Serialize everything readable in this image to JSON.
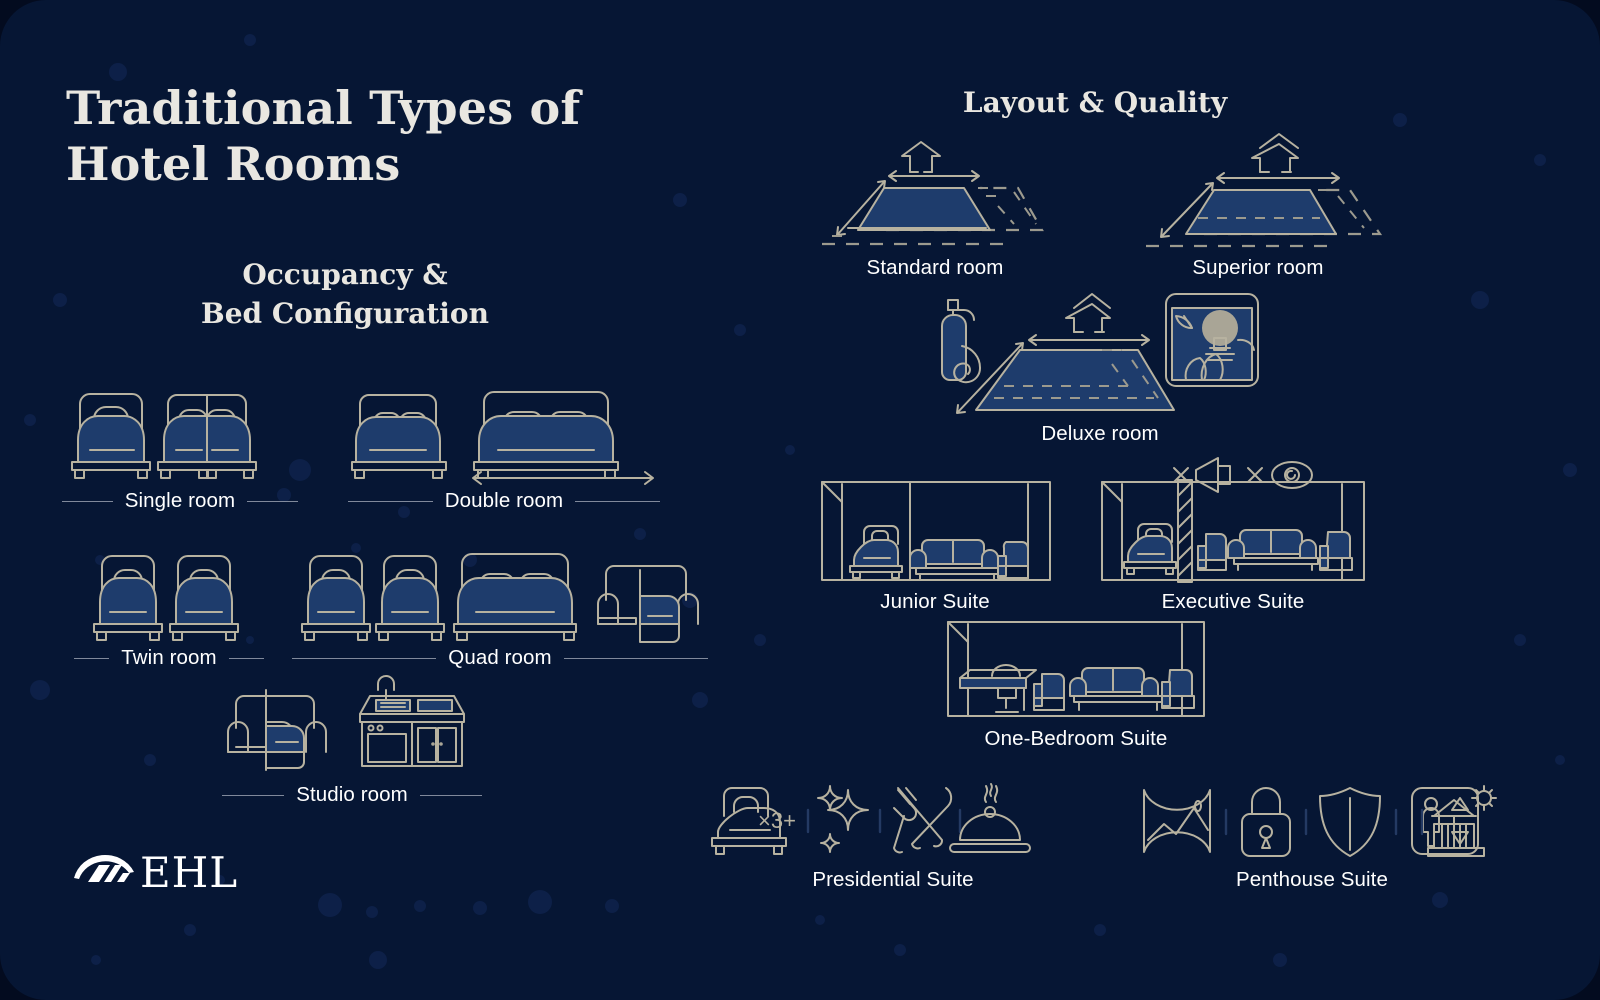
{
  "title": "Traditional Types of Hotel Rooms",
  "brand": {
    "name": "EHL",
    "accent_stroke": "#b7b2a0",
    "fill": "#1e3c6c",
    "background": "#061634"
  },
  "sections": {
    "occupancy": {
      "heading": "Occupancy & Bed Configuration",
      "items": [
        {
          "label": "Single room",
          "beds": "one single bed, one double bed"
        },
        {
          "label": "Double room",
          "beds": "one double bed, one queen bed"
        },
        {
          "label": "Twin room",
          "beds": "two single beds"
        },
        {
          "label": "Quad room",
          "beds": "two single beds, one double bed, one sofa bed"
        },
        {
          "label": "Studio room",
          "beds": "sofa bed with kitchenette"
        }
      ]
    },
    "layout_quality": {
      "heading": "Layout & Quality",
      "items": [
        {
          "label": "Standard room"
        },
        {
          "label": "Superior room"
        },
        {
          "label": "Deluxe room"
        },
        {
          "label": "Junior Suite"
        },
        {
          "label": "Executive Suite"
        },
        {
          "label": "One-Bedroom Suite"
        },
        {
          "label": "Presidential Suite"
        },
        {
          "label": "Penthouse Suite"
        }
      ]
    }
  },
  "badges": {
    "presidential_icons": [
      "bed-times-three-plus-icon",
      "sparkles-icon",
      "cutlery-icon",
      "cloche-icon"
    ],
    "penthouse_icons": [
      "panorama-view-icon",
      "padlock-icon",
      "shield-icon",
      "elevator-icon",
      "terrace-sun-icon"
    ],
    "executive_icons": [
      "no-noise-icon",
      "no-visibility-icon"
    ],
    "bed_multiplier": "x3+"
  }
}
